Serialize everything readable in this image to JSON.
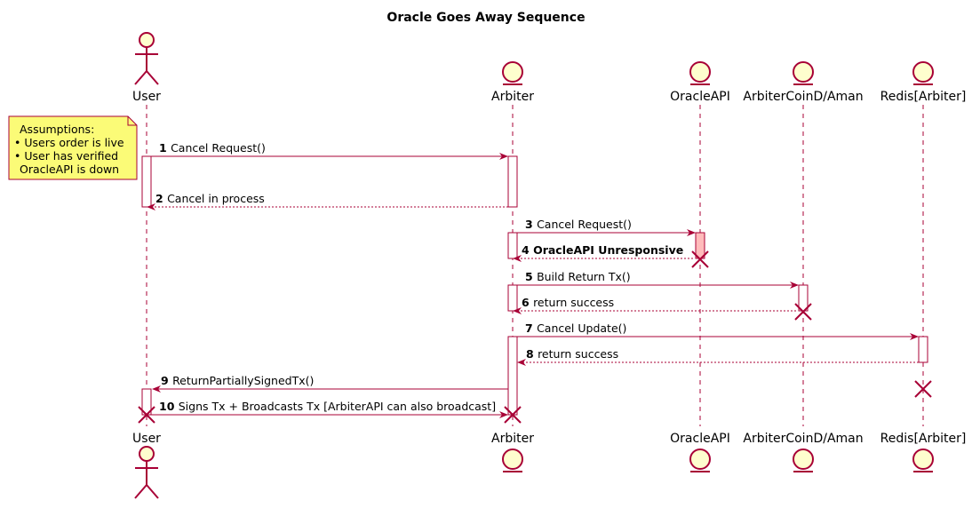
{
  "title": "Oracle Goes Away Sequence",
  "participants": [
    {
      "id": "user",
      "name": "User",
      "type": "actor"
    },
    {
      "id": "arbiter",
      "name": "Arbiter",
      "type": "entity"
    },
    {
      "id": "oracle",
      "name": "OracleAPI",
      "type": "entity"
    },
    {
      "id": "coind",
      "name": "ArbiterCoinD/Aman",
      "type": "entity"
    },
    {
      "id": "redis",
      "name": "Redis[Arbiter]",
      "type": "entity"
    }
  ],
  "note": {
    "lines": [
      "Assumptions:",
      "• Users order is live",
      "• User has verified",
      "  OracleAPI is down"
    ]
  },
  "messages": [
    {
      "num": "1",
      "text": "Cancel Request()",
      "from": "user",
      "to": "arbiter",
      "style": "solid"
    },
    {
      "num": "2",
      "text": "Cancel in process",
      "from": "arbiter",
      "to": "user",
      "style": "dashed"
    },
    {
      "num": "3",
      "text": "Cancel Request()",
      "from": "arbiter",
      "to": "oracle",
      "style": "solid"
    },
    {
      "num": "4",
      "text": "OracleAPI Unresponsive",
      "from": "oracle",
      "to": "arbiter",
      "style": "dashed",
      "bold": true
    },
    {
      "num": "5",
      "text": "Build Return Tx()",
      "from": "arbiter",
      "to": "coind",
      "style": "solid"
    },
    {
      "num": "6",
      "text": "return success",
      "from": "coind",
      "to": "arbiter",
      "style": "dashed"
    },
    {
      "num": "7",
      "text": "Cancel Update()",
      "from": "arbiter",
      "to": "redis",
      "style": "solid"
    },
    {
      "num": "8",
      "text": "return success",
      "from": "redis",
      "to": "arbiter",
      "style": "dashed"
    },
    {
      "num": "9",
      "text": "ReturnPartiallySignedTx()",
      "from": "arbiter",
      "to": "user",
      "style": "solid"
    },
    {
      "num": "10",
      "text": "Signs Tx + Broadcasts Tx [ArbiterAPI can also broadcast]",
      "from": "user",
      "to": "arbiter",
      "style": "solid"
    }
  ],
  "colors": {
    "line": "#A80036",
    "fill": "#FEFECE",
    "note": "#FBFB77",
    "noteBorder": "#A80036",
    "unresponsive": "#FFBBBB"
  }
}
